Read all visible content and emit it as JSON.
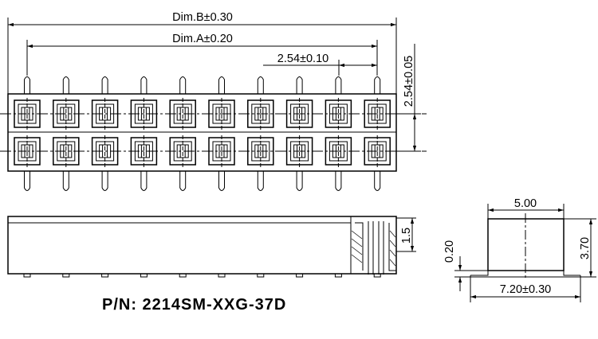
{
  "title": "P/N: 2214SM-XXG-37D",
  "top_view": {
    "dim_b_label": "Dim.B±0.30",
    "dim_a_label": "Dim.A±0.20",
    "pitch_label": "2.54±0.10",
    "row_pitch_label": "2.54±0.05",
    "columns": 10,
    "rows": 2
  },
  "side_view": {
    "height_label": "1.5"
  },
  "end_view": {
    "top_width_label": "5.00",
    "standoff_label": "0.20",
    "height_label": "3.70",
    "foot_width_label": "7.20±0.30"
  }
}
